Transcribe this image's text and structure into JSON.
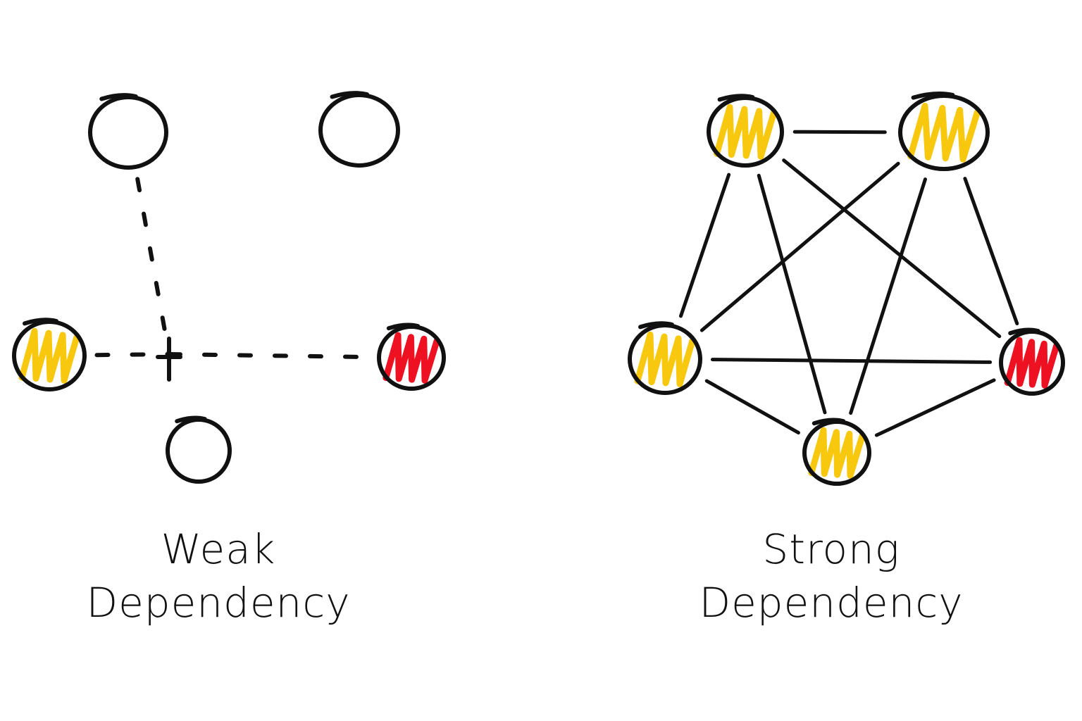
{
  "colors": {
    "ink": "#111111",
    "yellow": "#F8C80F",
    "red": "#EE1122",
    "background": "#ffffff"
  },
  "weak": {
    "title_line1": "Weak",
    "title_line2": "Dependency",
    "nodes": [
      {
        "id": "w1",
        "fill": "none"
      },
      {
        "id": "w2",
        "fill": "none"
      },
      {
        "id": "w3",
        "fill": "yellow"
      },
      {
        "id": "w4",
        "fill": "red"
      },
      {
        "id": "w5",
        "fill": "none"
      }
    ],
    "links": [
      {
        "from": "w1",
        "to": "junction",
        "style": "dashed"
      },
      {
        "from": "w3",
        "to": "junction",
        "style": "dashed"
      },
      {
        "from": "junction",
        "to": "w4",
        "style": "dashed"
      }
    ]
  },
  "strong": {
    "title_line1": "Strong",
    "title_line2": "Dependency",
    "nodes": [
      {
        "id": "s1",
        "fill": "yellow"
      },
      {
        "id": "s2",
        "fill": "yellow"
      },
      {
        "id": "s3",
        "fill": "yellow"
      },
      {
        "id": "s4",
        "fill": "red"
      },
      {
        "id": "s5",
        "fill": "yellow"
      }
    ],
    "links": [
      {
        "from": "s1",
        "to": "s2"
      },
      {
        "from": "s1",
        "to": "s3"
      },
      {
        "from": "s1",
        "to": "s4"
      },
      {
        "from": "s1",
        "to": "s5"
      },
      {
        "from": "s2",
        "to": "s3"
      },
      {
        "from": "s2",
        "to": "s4"
      },
      {
        "from": "s2",
        "to": "s5"
      },
      {
        "from": "s3",
        "to": "s4"
      },
      {
        "from": "s3",
        "to": "s5"
      },
      {
        "from": "s4",
        "to": "s5"
      }
    ]
  }
}
